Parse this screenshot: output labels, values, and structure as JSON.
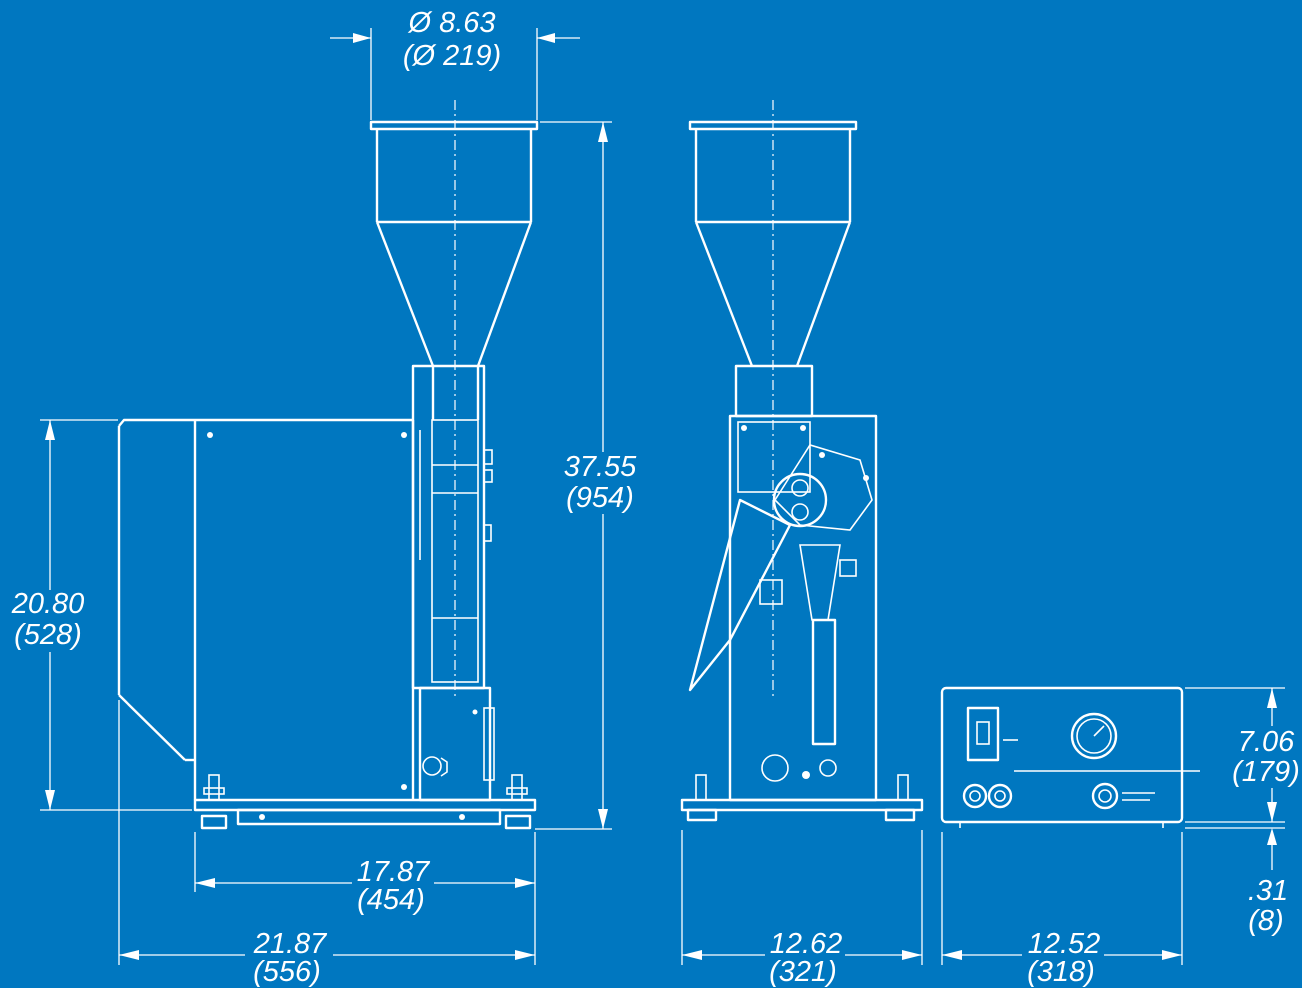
{
  "colors": {
    "background": "#0077c0",
    "lines": "#ffffff"
  },
  "dimensions": {
    "hopper_diameter": {
      "in": "Ø 8.63",
      "mm": "(Ø 219)"
    },
    "overall_height": {
      "in": "37.55",
      "mm": "(954)"
    },
    "cabinet_height": {
      "in": "20.80",
      "mm": "(528)"
    },
    "base_depth": {
      "in": "17.87",
      "mm": "(454)"
    },
    "overall_depth": {
      "in": "21.87",
      "mm": "(556)"
    },
    "front_width": {
      "in": "12.62",
      "mm": "(321)"
    },
    "controller_width": {
      "in": "12.52",
      "mm": "(318)"
    },
    "controller_height": {
      "in": "7.06",
      "mm": "(179)"
    },
    "controller_feet": {
      "in": ".31",
      "mm": "(8)"
    }
  }
}
